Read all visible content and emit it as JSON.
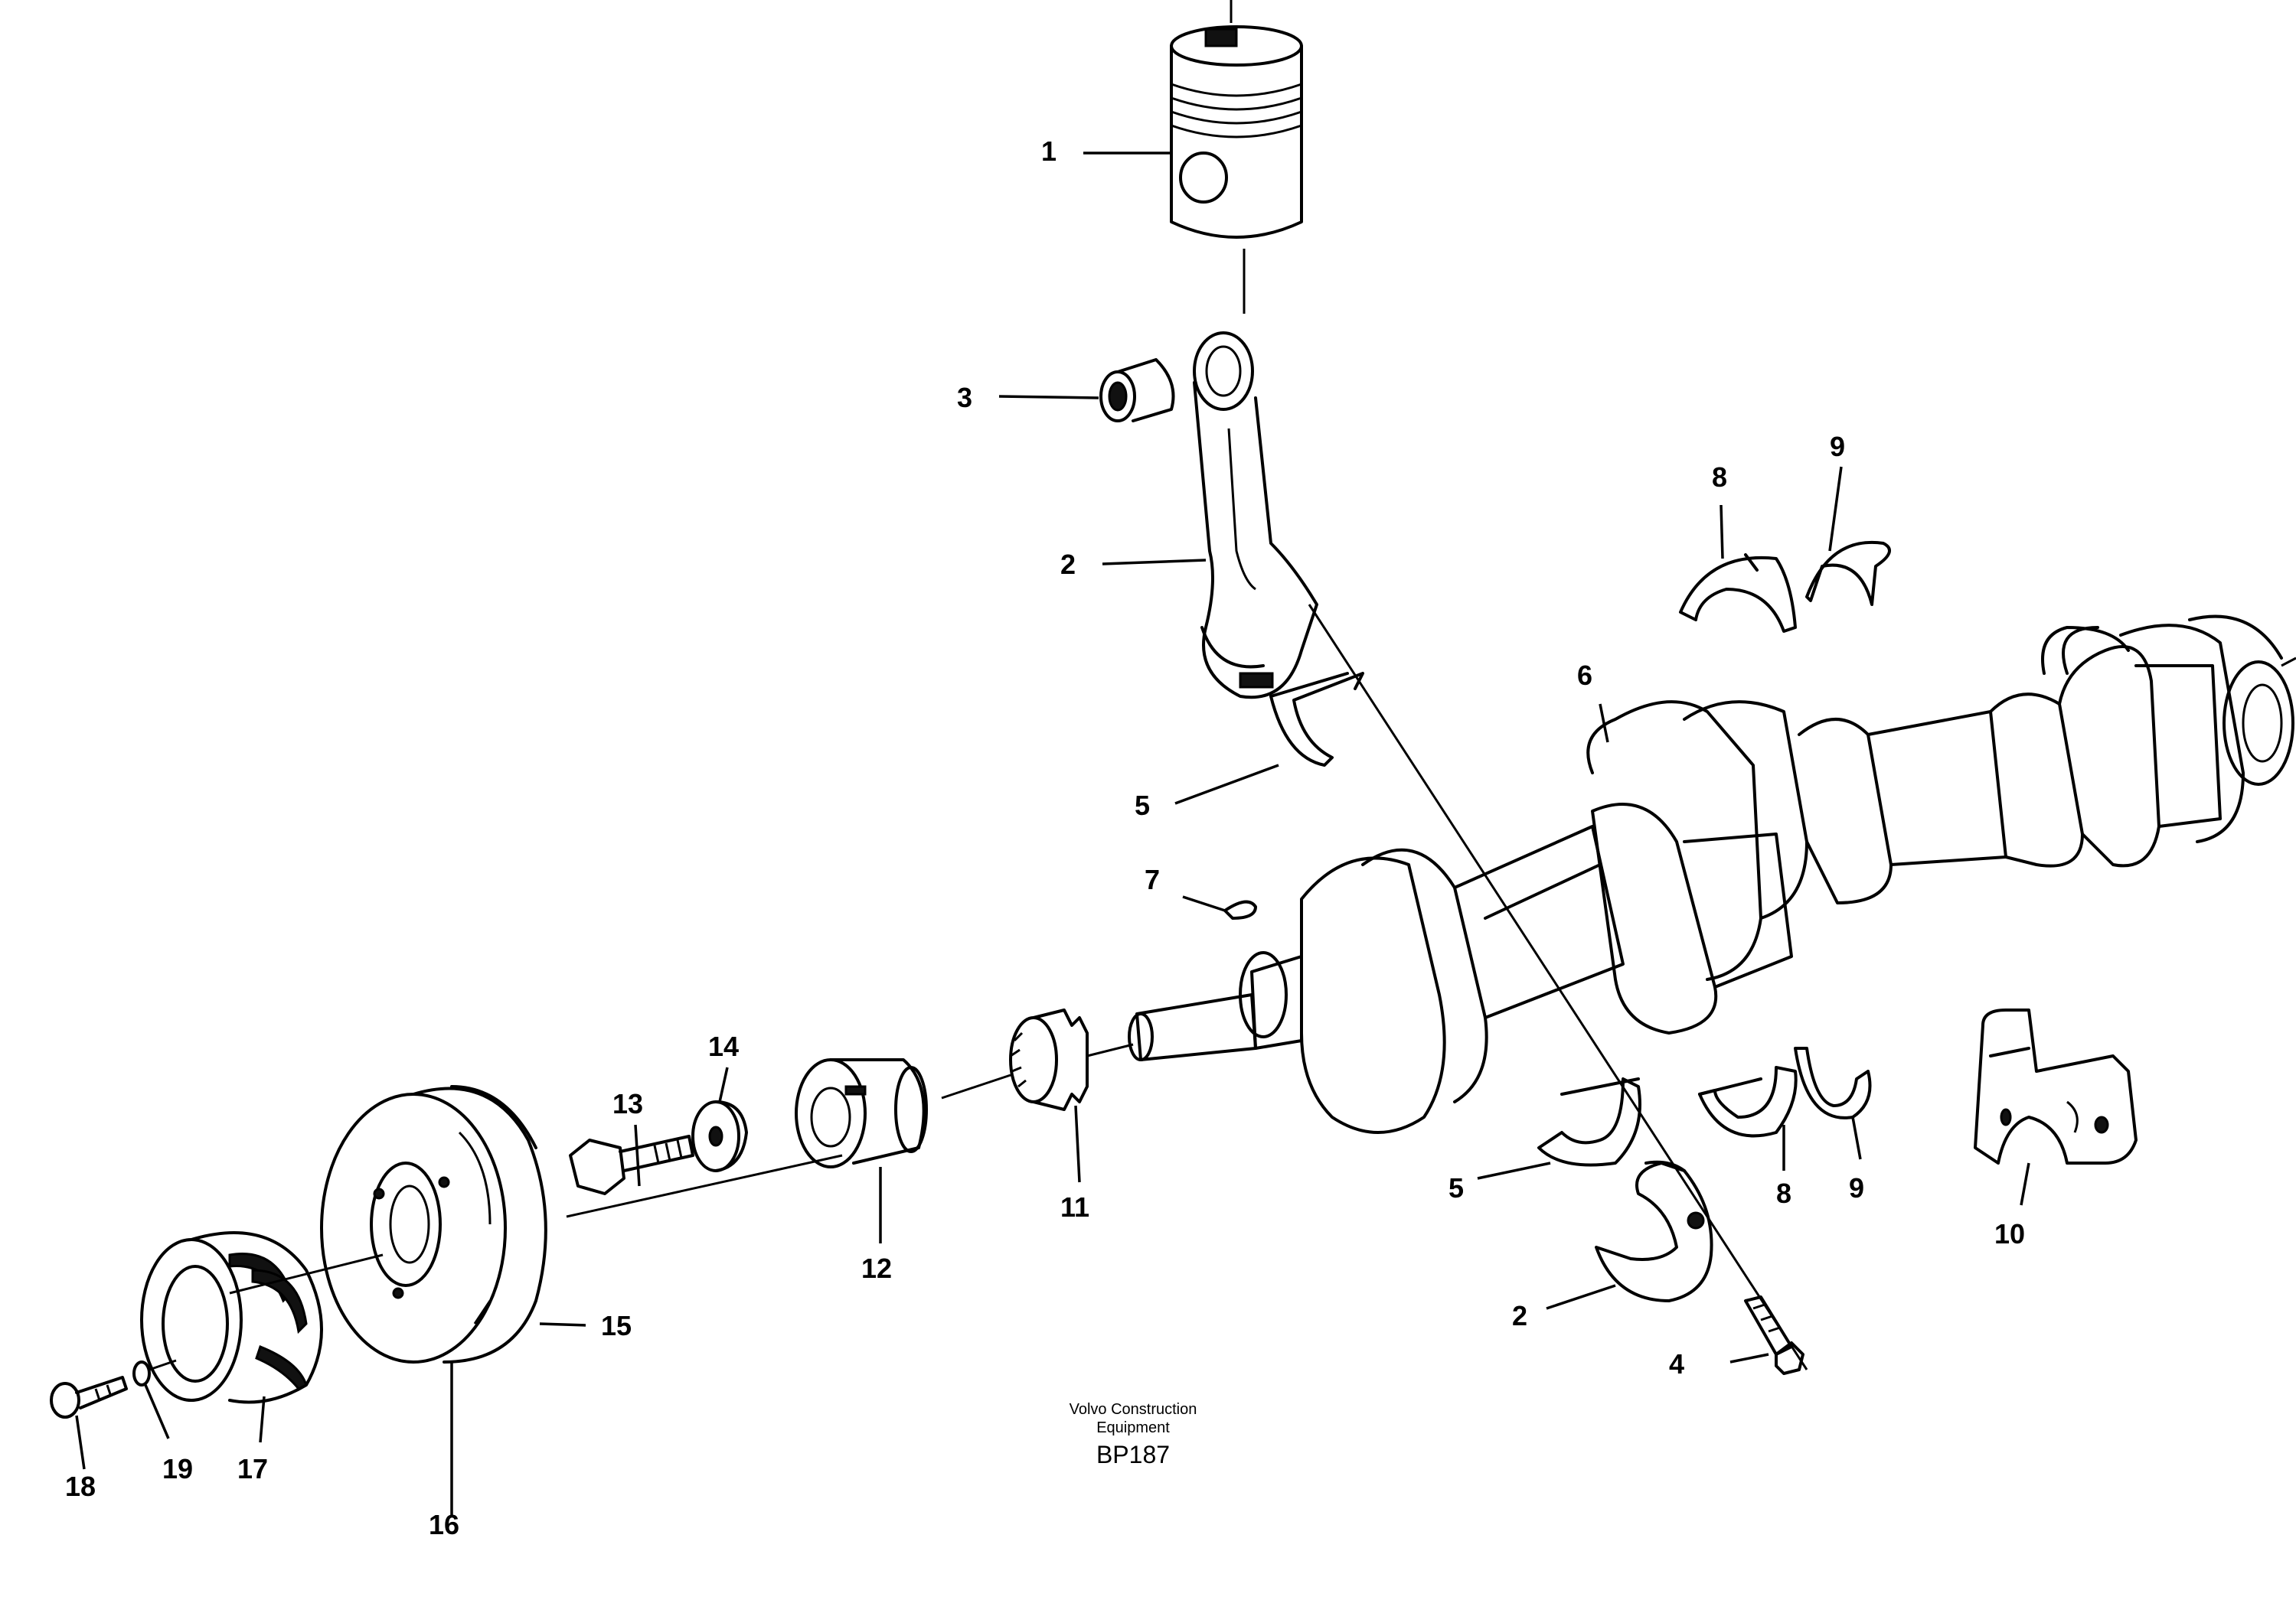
{
  "callouts": {
    "c1": "1",
    "c2a": "2",
    "c2b": "2",
    "c3": "3",
    "c4": "4",
    "c5a": "5",
    "c5b": "5",
    "c6": "6",
    "c7": "7",
    "c8a": "8",
    "c8b": "8",
    "c9a": "9",
    "c9b": "9",
    "c10": "10",
    "c11": "11",
    "c12": "12",
    "c13": "13",
    "c14": "14",
    "c15": "15",
    "c16": "16",
    "c17": "17",
    "c18": "18",
    "c19": "19"
  },
  "credit": {
    "line1": "Volvo Construction",
    "line2": "Equipment",
    "code": "BP187"
  }
}
